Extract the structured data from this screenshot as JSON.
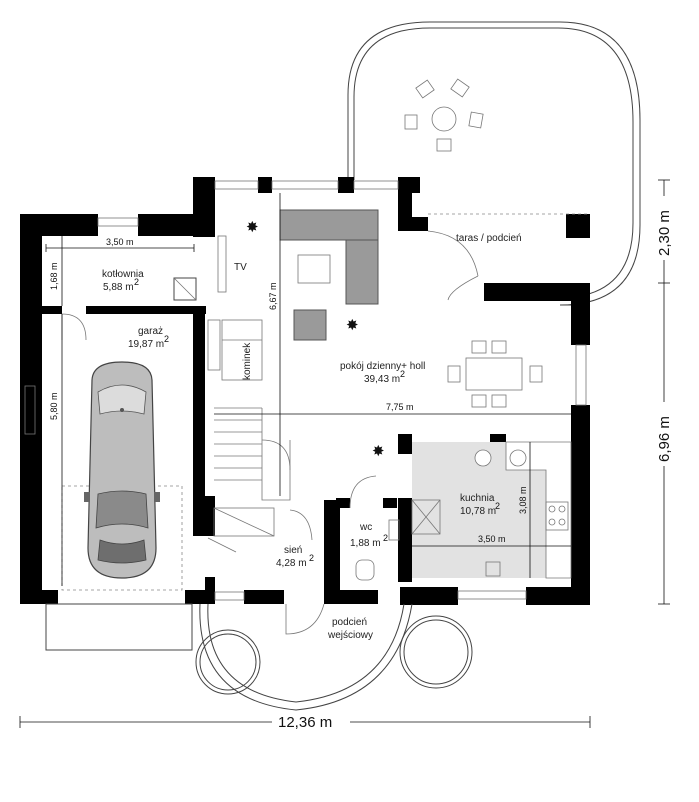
{
  "rooms": {
    "kotlownia": {
      "name": "kotłownia",
      "area": "5,88 m",
      "sup": "2"
    },
    "garaz": {
      "name": "garaż",
      "area": "19,87 m",
      "sup": "2"
    },
    "pokoj": {
      "name": "pokój dzienny+ holl",
      "area": "39,43 m",
      "sup": "2"
    },
    "kuchnia": {
      "name": "kuchnia",
      "area": "10,78 m",
      "sup": "2"
    },
    "wc": {
      "name": "wc",
      "area": "1,88 m",
      "sup": "2"
    },
    "sien": {
      "name": "sień",
      "area": "4,28 m",
      "sup": "2"
    },
    "taras": {
      "name": "taras / podcień"
    },
    "podcien_line1": "podcień",
    "podcien_line2": "wejściowy",
    "tv": "TV",
    "kominek": "kominek"
  },
  "dimensions": {
    "kotlownia_width": "3,50 m",
    "kotlownia_depth": "1,68 m",
    "garaz_depth": "5,80 m",
    "salon_depth": "6,67 m",
    "salon_width": "7,75 m",
    "kuchnia_depth": "3,08 m",
    "kuchnia_width": "3,50 m",
    "total_width": "12,36 m",
    "right_top": "2,30 m",
    "right_main": "6,96 m"
  }
}
